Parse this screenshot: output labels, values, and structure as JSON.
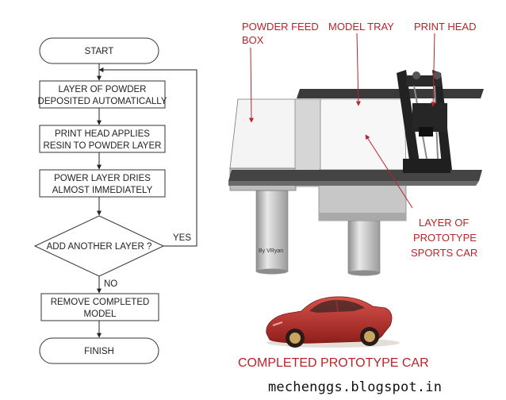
{
  "flowchart": {
    "start": "START",
    "step1": [
      "LAYER OF POWDER",
      "DEPOSITED AUTOMATICALLY"
    ],
    "step2": [
      "PRINT HEAD APPLIES",
      "RESIN TO POWDER LAYER"
    ],
    "step3": [
      "POWER LAYER DRIES",
      "ALMOST IMMEDIATELY"
    ],
    "decision": "ADD ANOTHER LAYER ?",
    "yes": "YES",
    "no": "NO",
    "step4": [
      "REMOVE COMPLETED",
      "MODEL"
    ],
    "finish": "FINISH"
  },
  "machine": {
    "powder_feed": [
      "POWDER FEED",
      "BOX"
    ],
    "model_tray": "MODEL TRAY",
    "print_head": "PRINT HEAD",
    "layer_label": [
      "LAYER OF",
      "PROTOTYPE",
      "SPORTS CAR"
    ],
    "signature": "By VRyan"
  },
  "car_caption": "COMPLETED PROTOTYPE CAR",
  "footer": "mechenggs.blogspot.in",
  "colors": {
    "label_red": "#b8242a",
    "car_red": "#b8302e"
  }
}
